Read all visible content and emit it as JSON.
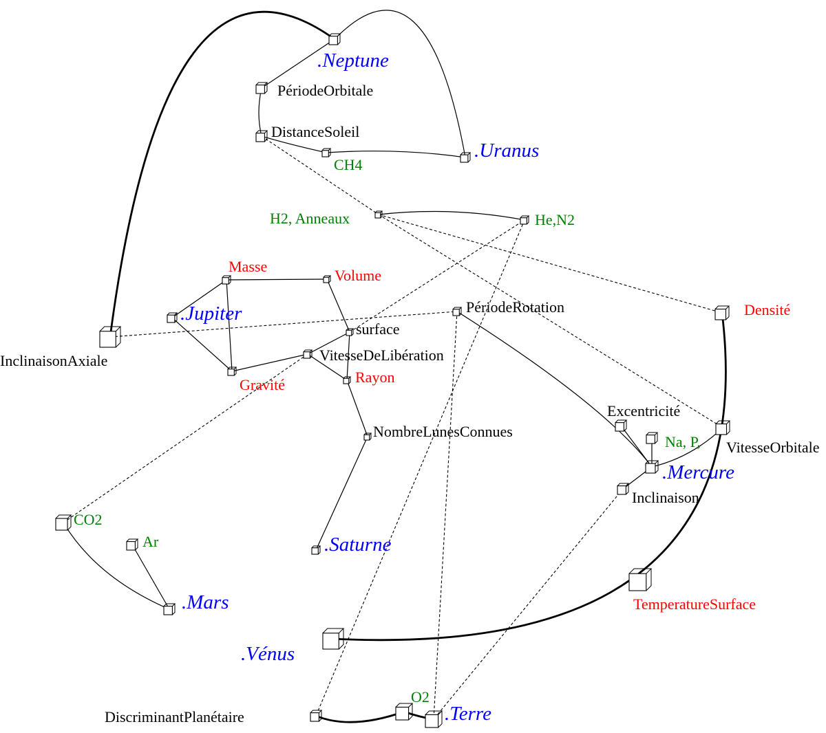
{
  "colors": {
    "planet": "#0000ff",
    "property_black": "#000000",
    "property_red": "#ff0000",
    "composition": "#008000",
    "edge": "#000000"
  },
  "nodes": [
    {
      "id": "neptune",
      "label": ".Neptune",
      "color": "blue"
    },
    {
      "id": "periode_orbitale",
      "label": "PériodeOrbitale",
      "color": "black"
    },
    {
      "id": "distance_soleil",
      "label": "DistanceSoleil",
      "color": "black"
    },
    {
      "id": "ch4",
      "label": "CH4",
      "color": "green"
    },
    {
      "id": "uranus",
      "label": ".Uranus",
      "color": "blue"
    },
    {
      "id": "h2_anneaux",
      "label": "H2, Anneaux",
      "color": "green"
    },
    {
      "id": "he_n2",
      "label": "He,N2",
      "color": "green"
    },
    {
      "id": "masse",
      "label": "Masse",
      "color": "red"
    },
    {
      "id": "volume",
      "label": "Volume",
      "color": "red"
    },
    {
      "id": "jupiter",
      "label": ".Jupiter",
      "color": "blue"
    },
    {
      "id": "periode_rotation",
      "label": "PériodeRotation",
      "color": "black"
    },
    {
      "id": "densite",
      "label": "Densité",
      "color": "red"
    },
    {
      "id": "surface",
      "label": "surface",
      "color": "black"
    },
    {
      "id": "inclinaison_axiale",
      "label": "InclinaisonAxiale",
      "color": "black"
    },
    {
      "id": "vitesse_liberation",
      "label": "VitesseDeLibération",
      "color": "black"
    },
    {
      "id": "gravite",
      "label": "Gravité",
      "color": "red"
    },
    {
      "id": "rayon",
      "label": "Rayon",
      "color": "red"
    },
    {
      "id": "excentricite",
      "label": "Excentricité",
      "color": "black"
    },
    {
      "id": "na_p",
      "label": "Na, P,",
      "color": "green"
    },
    {
      "id": "vitesse_orbitale",
      "label": "VitesseOrbitale",
      "color": "black"
    },
    {
      "id": "nombre_lunes",
      "label": "NombreLunesConnues",
      "color": "black"
    },
    {
      "id": "mercure",
      "label": ".Mercure",
      "color": "blue"
    },
    {
      "id": "inclinaison",
      "label": "Inclinaison",
      "color": "black"
    },
    {
      "id": "co2",
      "label": "CO2",
      "color": "green"
    },
    {
      "id": "ar",
      "label": "Ar",
      "color": "green"
    },
    {
      "id": "saturne",
      "label": ".Saturne",
      "color": "blue"
    },
    {
      "id": "temperature_surface",
      "label": "TemperatureSurface",
      "color": "red"
    },
    {
      "id": "mars",
      "label": ".Mars",
      "color": "blue"
    },
    {
      "id": "venus",
      "label": ".Vénus",
      "color": "blue"
    },
    {
      "id": "discriminant",
      "label": "DiscriminantPlanétaire",
      "color": "black"
    },
    {
      "id": "o2",
      "label": "O2",
      "color": "green"
    },
    {
      "id": "terre",
      "label": ".Terre",
      "color": "blue"
    }
  ],
  "edges": [
    {
      "from": "neptune",
      "to": "periode_orbitale",
      "style": "solid"
    },
    {
      "from": "periode_orbitale",
      "to": "distance_soleil",
      "style": "solid"
    },
    {
      "from": "distance_soleil",
      "to": "ch4",
      "style": "solid"
    },
    {
      "from": "ch4",
      "to": "uranus",
      "style": "solid"
    },
    {
      "from": "neptune",
      "to": "uranus",
      "style": "solid"
    },
    {
      "from": "inclinaison_axiale",
      "to": "neptune",
      "style": "bold"
    },
    {
      "from": "h2_anneaux",
      "to": "he_n2",
      "style": "solid"
    },
    {
      "from": "distance_soleil",
      "to": "h2_anneaux",
      "style": "dashed"
    },
    {
      "from": "h2_anneaux",
      "to": "densite",
      "style": "dashed"
    },
    {
      "from": "h2_anneaux",
      "to": "vitesse_orbitale",
      "style": "dashed"
    },
    {
      "from": "jupiter",
      "to": "masse",
      "style": "solid"
    },
    {
      "from": "masse",
      "to": "volume",
      "style": "solid"
    },
    {
      "from": "masse",
      "to": "gravite",
      "style": "solid"
    },
    {
      "from": "jupiter",
      "to": "gravite",
      "style": "solid"
    },
    {
      "from": "volume",
      "to": "surface",
      "style": "solid"
    },
    {
      "from": "surface",
      "to": "vitesse_liberation",
      "style": "solid"
    },
    {
      "from": "vitesse_liberation",
      "to": "gravite",
      "style": "solid"
    },
    {
      "from": "vitesse_liberation",
      "to": "rayon",
      "style": "solid"
    },
    {
      "from": "surface",
      "to": "rayon",
      "style": "solid"
    },
    {
      "from": "rayon",
      "to": "nombre_lunes",
      "style": "solid"
    },
    {
      "from": "nombre_lunes",
      "to": "saturne",
      "style": "solid"
    },
    {
      "from": "inclinaison_axiale",
      "to": "periode_rotation",
      "style": "dashed"
    },
    {
      "from": "surface",
      "to": "he_n2",
      "style": "dashed"
    },
    {
      "from": "periode_rotation",
      "to": "mercure",
      "style": "solid"
    },
    {
      "from": "excentricite",
      "to": "mercure",
      "style": "solid"
    },
    {
      "from": "na_p",
      "to": "mercure",
      "style": "solid"
    },
    {
      "from": "mercure",
      "to": "vitesse_orbitale",
      "style": "solid"
    },
    {
      "from": "mercure",
      "to": "inclinaison",
      "style": "solid"
    },
    {
      "from": "densite",
      "to": "venus",
      "style": "bold"
    },
    {
      "from": "co2",
      "to": "vitesse_liberation",
      "style": "dashed"
    },
    {
      "from": "co2",
      "to": "mars",
      "style": "solid"
    },
    {
      "from": "ar",
      "to": "mars",
      "style": "solid"
    },
    {
      "from": "he_n2",
      "to": "discriminant",
      "style": "dashed"
    },
    {
      "from": "periode_rotation",
      "to": "terre",
      "style": "dashed"
    },
    {
      "from": "inclinaison",
      "to": "terre",
      "style": "dashed"
    },
    {
      "from": "discriminant",
      "to": "o2",
      "style": "bold"
    },
    {
      "from": "o2",
      "to": "terre",
      "style": "bold"
    }
  ]
}
